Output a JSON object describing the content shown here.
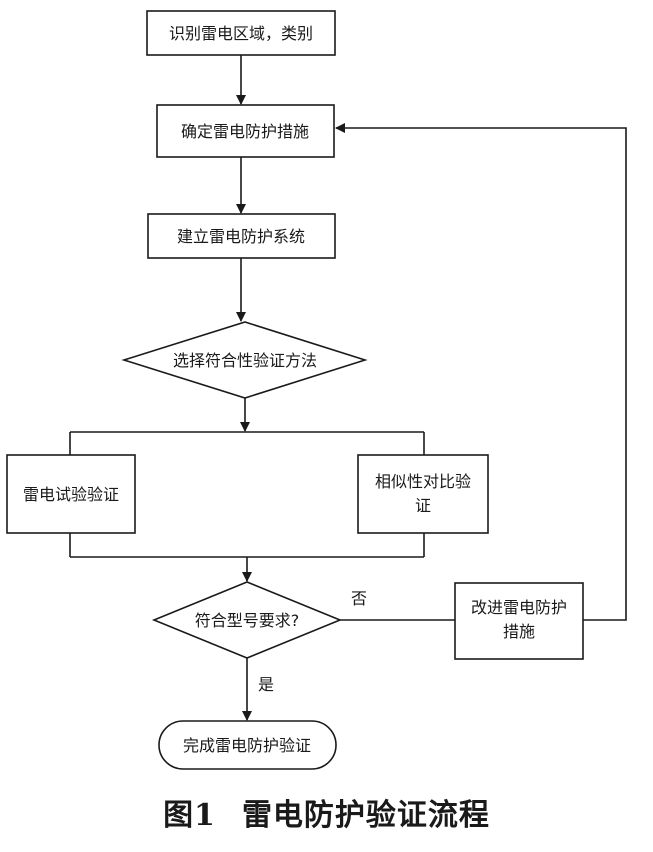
{
  "nodes": {
    "identify": "识别雷电区域，类别",
    "determine": "确定雷电防护措施",
    "build": "建立雷电防护系统",
    "select_method": "选择符合性验证方法",
    "lightning_test_verification": "雷电试验验证",
    "similarity_line1": "相似性对比验",
    "similarity_line2": "证",
    "meets_requirement": "符合型号要求?",
    "improve_line1": "改进雷电防护",
    "improve_line2": "措施",
    "complete": "完成雷电防护验证"
  },
  "edge_labels": {
    "no": "否",
    "yes": "是"
  },
  "caption": {
    "figure_number": "图1",
    "title": "雷电防护验证流程"
  }
}
